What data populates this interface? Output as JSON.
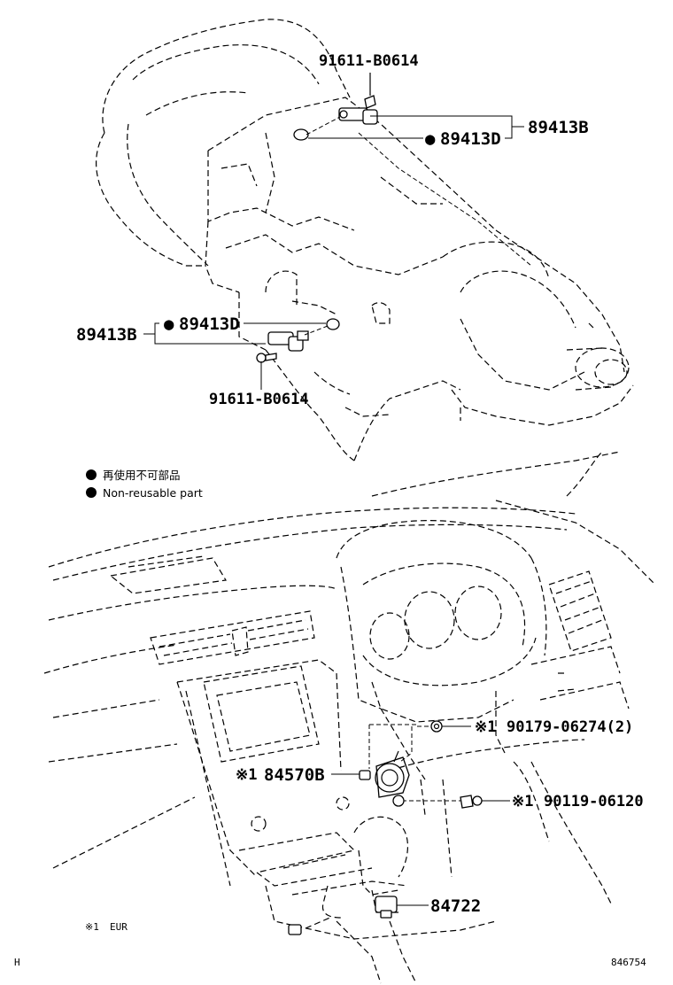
{
  "callouts": {
    "bolt_top": "91611-B0614",
    "sensor_top_group": "89413B",
    "sensor_top_oring": "89413D",
    "sensor_left_group": "89413B",
    "sensor_left_oring": "89413D",
    "bolt_bottom": "91611-B0614",
    "nut_dash": "90179-06274(2)",
    "switch": "84570B",
    "bolt_dash": "90119-06120",
    "shift_switch": "84722"
  },
  "marks": {
    "non_reusable": "●",
    "eur_ref": "※1"
  },
  "legend": {
    "line1": "再使用不可部品",
    "line2": "Non-reusable part",
    "footnote": "EUR"
  },
  "footer": {
    "corner_code": "H",
    "figure_id": "846754"
  }
}
